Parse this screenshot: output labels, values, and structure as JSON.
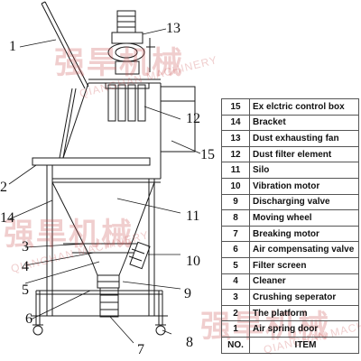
{
  "callouts": {
    "c1": "1",
    "c2": "2",
    "c3": "3",
    "c4": "4",
    "c5": "5",
    "c6": "6",
    "c7": "7",
    "c8": "8",
    "c9": "9",
    "c10": "10",
    "c11": "11",
    "c12": "12",
    "c13": "13",
    "c14": "14",
    "c15": "15"
  },
  "parts_table": {
    "rows": [
      {
        "no": "15",
        "item": "Ex elctric control box"
      },
      {
        "no": "14",
        "item": "Bracket"
      },
      {
        "no": "13",
        "item": "Dust exhausting fan"
      },
      {
        "no": "12",
        "item": "Dust filter element"
      },
      {
        "no": "11",
        "item": "Silo"
      },
      {
        "no": "10",
        "item": "Vibration motor"
      },
      {
        "no": "9",
        "item": "Discharging valve"
      },
      {
        "no": "8",
        "item": "Moving wheel"
      },
      {
        "no": "7",
        "item": "Breaking motor"
      },
      {
        "no": "6",
        "item": "Air compensating valve"
      },
      {
        "no": "5",
        "item": "Filter screen"
      },
      {
        "no": "4",
        "item": "Cleaner"
      },
      {
        "no": "3",
        "item": "Crushing seperator"
      },
      {
        "no": "2",
        "item": "The platform"
      },
      {
        "no": "1",
        "item": "Air spring door"
      }
    ],
    "header": {
      "no": "NO.",
      "item": "ITEM"
    }
  },
  "watermark": {
    "chinese": "强旱机械",
    "english": "QIANGHAN MACHINERY"
  },
  "colors": {
    "line": "#1a1a1a",
    "watermark": "#c85050"
  }
}
